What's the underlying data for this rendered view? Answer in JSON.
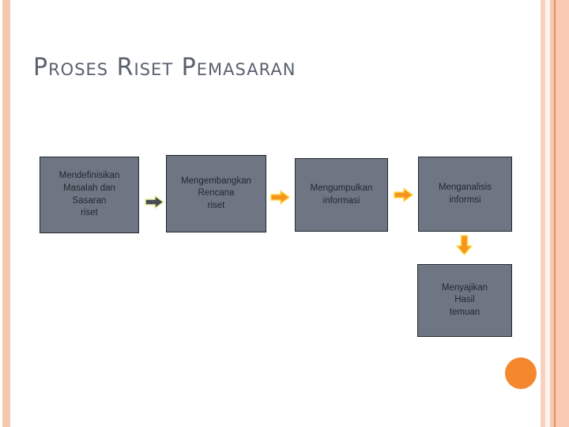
{
  "slide": {
    "title": "Proses Riset Pemasaran"
  },
  "flow": {
    "steps": [
      {
        "label": "Mendefinisikan\nMasalah dan\nSasaran\nriset"
      },
      {
        "label": "Mengembangkan\nRencana\nriset"
      },
      {
        "label": "Mengumpulkan\ninformasi"
      },
      {
        "label": "Menganalisis\ninformsi"
      },
      {
        "label": "Menyajikan\nHasil\ntemuan"
      }
    ],
    "connectors": [
      {
        "icon": "arrow-right-icon",
        "style": "dark"
      },
      {
        "icon": "arrow-right-icon",
        "style": "orange"
      },
      {
        "icon": "arrow-right-icon",
        "style": "orange"
      },
      {
        "icon": "arrow-down-icon",
        "style": "orange"
      }
    ]
  },
  "theme": {
    "title_color": "#59616e",
    "box_fill": "#6f7683",
    "box_border": "#23272e",
    "box_text_color": "#23282e",
    "arrow_orange": "#f7941e",
    "arrow_orange_outline": "#ffd94d",
    "arrow_dark": "#474c54",
    "arrow_dark_outline": "#eef2a0",
    "edge_stripe_salmon": "#f8cab3",
    "edge_stripe_accent": "#de9260",
    "circle_color": "#f5882f",
    "background": "#ffffff"
  }
}
